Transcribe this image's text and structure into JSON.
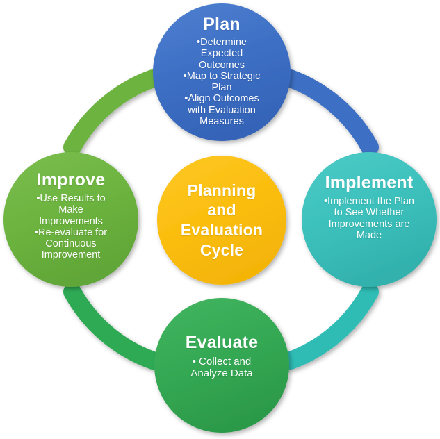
{
  "diagram": {
    "title": "Planning and Evaluation Cycle",
    "center": {
      "label": "Planning\nand\nEvaluation\nCycle",
      "line1": "Planning",
      "line2": "and",
      "line3": "Evaluation",
      "line4": "Cycle",
      "color": "#FBBE10"
    },
    "nodes": [
      {
        "id": "plan",
        "title": "Plan",
        "color": "#3C6FC4",
        "bullets": [
          "•Determine",
          "Expected",
          "Outcomes",
          "•Map to Strategic",
          "Plan",
          "•Align  Outcomes",
          "with Evaluation",
          "Measures"
        ]
      },
      {
        "id": "improve",
        "title": "Improve",
        "color": "#6CB33F",
        "bullets": [
          "•Use Results to",
          "Make",
          "Improvements",
          "•Re-evaluate for",
          "Continuous",
          "Improvement"
        ]
      },
      {
        "id": "implement",
        "title": "Implement",
        "color": "#3CC0BC",
        "bullets": [
          "•Implement the Plan",
          "to See Whether",
          "Improvements are",
          "Made"
        ]
      },
      {
        "id": "evaluate",
        "title": "Evaluate",
        "color": "#34A853",
        "bullets": [
          "• Collect and",
          "Analyze Data"
        ]
      }
    ],
    "arcs": [
      {
        "id": "improve-to-plan",
        "from": "Improve",
        "to": "Plan",
        "color": "#6CB33F"
      },
      {
        "id": "plan-to-implement",
        "from": "Plan",
        "to": "Implement",
        "color": "#3C6FC4"
      },
      {
        "id": "implement-to-evaluate",
        "from": "Implement",
        "to": "Evaluate",
        "color": "#2EBCB4"
      },
      {
        "id": "evaluate-to-improve",
        "from": "Evaluate",
        "to": "Improve",
        "color": "#2DAA55"
      }
    ],
    "background": "#FFFFFF"
  }
}
